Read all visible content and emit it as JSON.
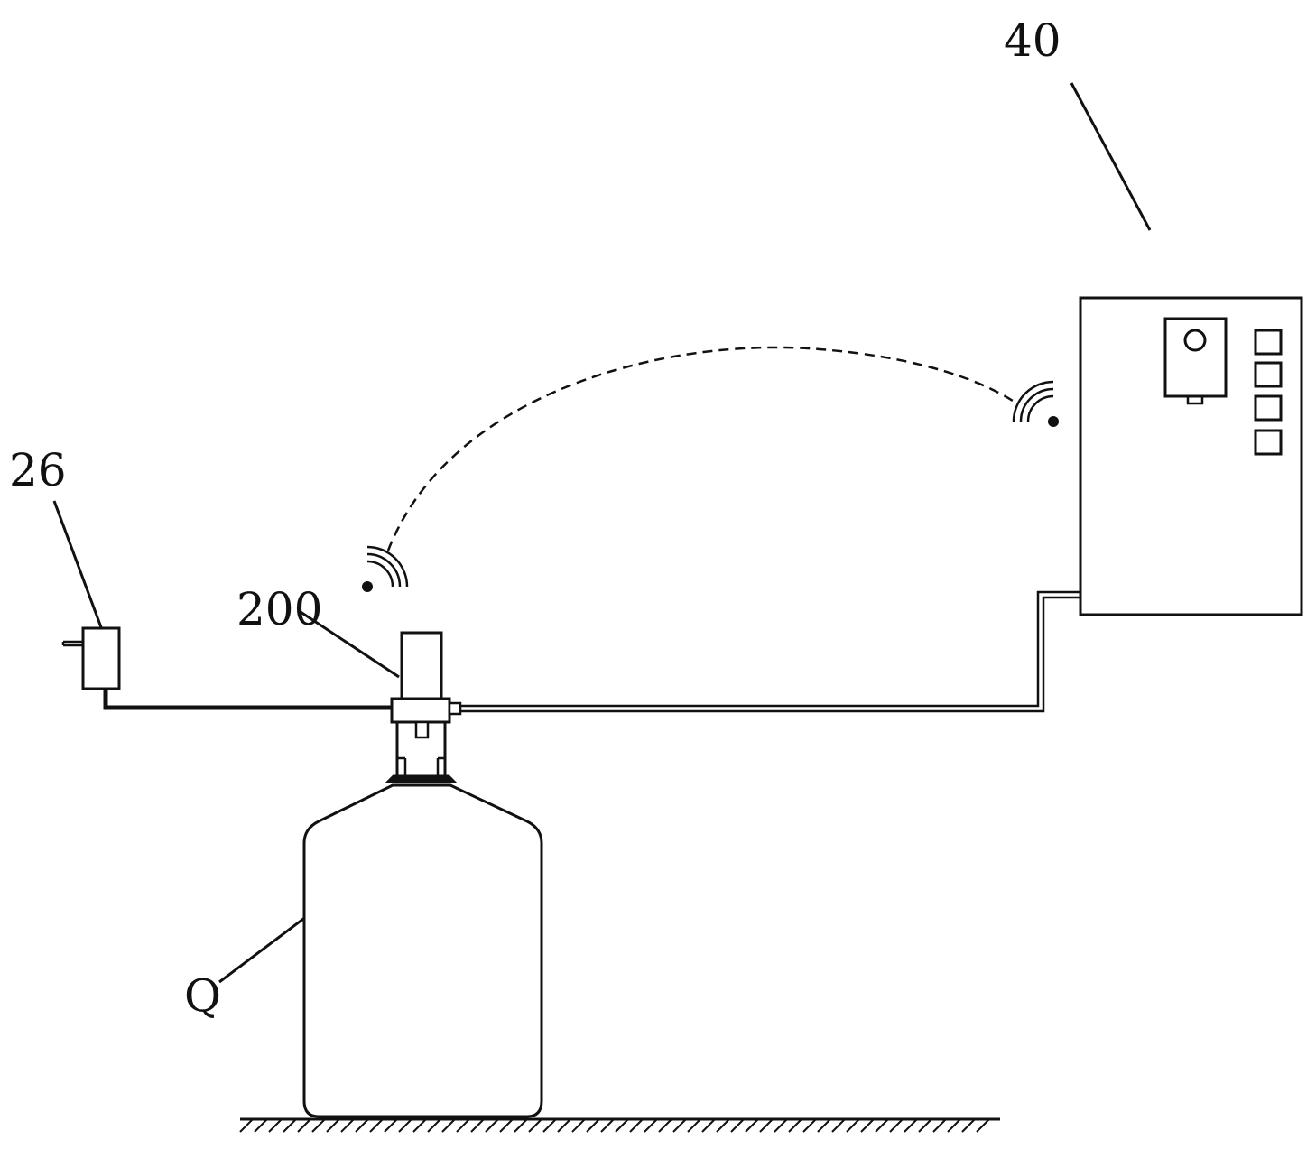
{
  "figure": {
    "labels": {
      "controller": "40",
      "adapter": "26",
      "pump": "200",
      "bottle": "Q"
    },
    "colors": {
      "stroke": "#111111",
      "background": "#ffffff"
    },
    "icons": [
      "wifi-signal-icon",
      "wifi-signal-icon"
    ]
  }
}
